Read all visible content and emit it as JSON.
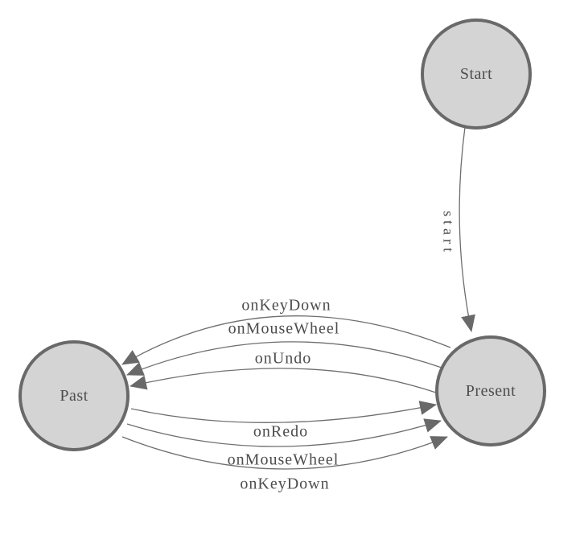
{
  "diagram": {
    "type": "state-machine",
    "background": "#ffffff",
    "colors": {
      "node_fill": "#d4d4d4",
      "node_border": "#696969",
      "edge_line": "#6e6e6e",
      "arrowhead": "#696969",
      "label_text": "#4d4d4d"
    },
    "nodes": [
      {
        "id": "start",
        "label": "Start"
      },
      {
        "id": "present",
        "label": "Present"
      },
      {
        "id": "past",
        "label": "Past"
      }
    ],
    "edges": [
      {
        "from": "start",
        "to": "present",
        "label": "start"
      },
      {
        "from": "present",
        "to": "past",
        "label": "onKeyDown"
      },
      {
        "from": "present",
        "to": "past",
        "label": "onMouseWheel"
      },
      {
        "from": "present",
        "to": "past",
        "label": "onUndo"
      },
      {
        "from": "past",
        "to": "present",
        "label": "onRedo"
      },
      {
        "from": "past",
        "to": "present",
        "label": "onMouseWheel"
      },
      {
        "from": "past",
        "to": "present",
        "label": "onKeyDown"
      }
    ]
  }
}
